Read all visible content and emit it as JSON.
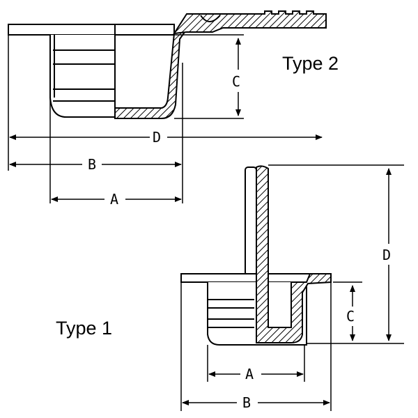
{
  "title_type2": "Type 2",
  "title_type1": "Type 1",
  "type2_dims": {
    "a": "A",
    "b": "B",
    "c": "C",
    "d": "D"
  },
  "type1_dims": {
    "a": "A",
    "b": "B",
    "c": "C",
    "d": "D"
  },
  "colors": {
    "line": "#000000",
    "background": "#ffffff"
  }
}
